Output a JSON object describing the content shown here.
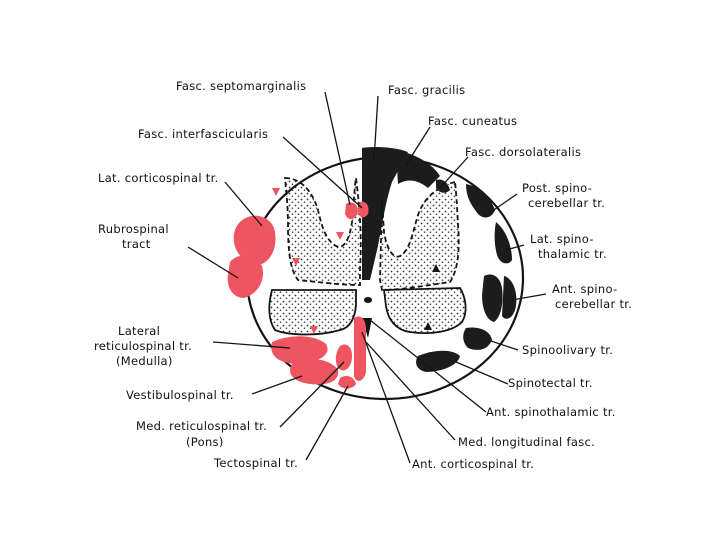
{
  "labels": {
    "septomarginalis": "Fasc. septomarginalis",
    "gracilis": "Fasc. gracilis",
    "cuneatus": "Fasc. cuneatus",
    "interfascicularis": "Fasc. interfascicularis",
    "dorsolateralis": "Fasc. dorsolateralis",
    "lat_corticospinal": "Lat. corticospinal tr.",
    "post_spinocerebellar_1": "Post. spino-",
    "post_spinocerebellar_2": "cerebellar tr.",
    "rubrospinal_1": "Rubrospinal",
    "rubrospinal_2": "tract",
    "lat_spinothalamic_1": "Lat. spino-",
    "lat_spinothalamic_2": "thalamic tr.",
    "ant_spinocerebellar_1": "Ant. spino-",
    "ant_spinocerebellar_2": "cerebellar tr.",
    "lat_reticulospinal_1": "Lateral",
    "lat_reticulospinal_2": "reticulospinal tr.",
    "lat_reticulospinal_3": "(Medulla)",
    "spinoolivary": "Spinoolivary tr.",
    "spinotectal": "Spinotectal tr.",
    "vestibulospinal": "Vestibulospinal tr.",
    "ant_spinothalamic": "Ant. spinothalamic tr.",
    "med_reticulospinal_1": "Med. reticulospinal tr.",
    "med_reticulospinal_2": "(Pons)",
    "med_longitudinal": "Med. longitudinal fasc.",
    "tectospinal": "Tectospinal tr.",
    "ant_corticospinal": "Ant. corticospinal tr."
  },
  "colors": {
    "descending_tract": "#ee5560",
    "ascending_tract": "#1c1c1c",
    "outline": "#141414",
    "background": "#ffffff"
  }
}
